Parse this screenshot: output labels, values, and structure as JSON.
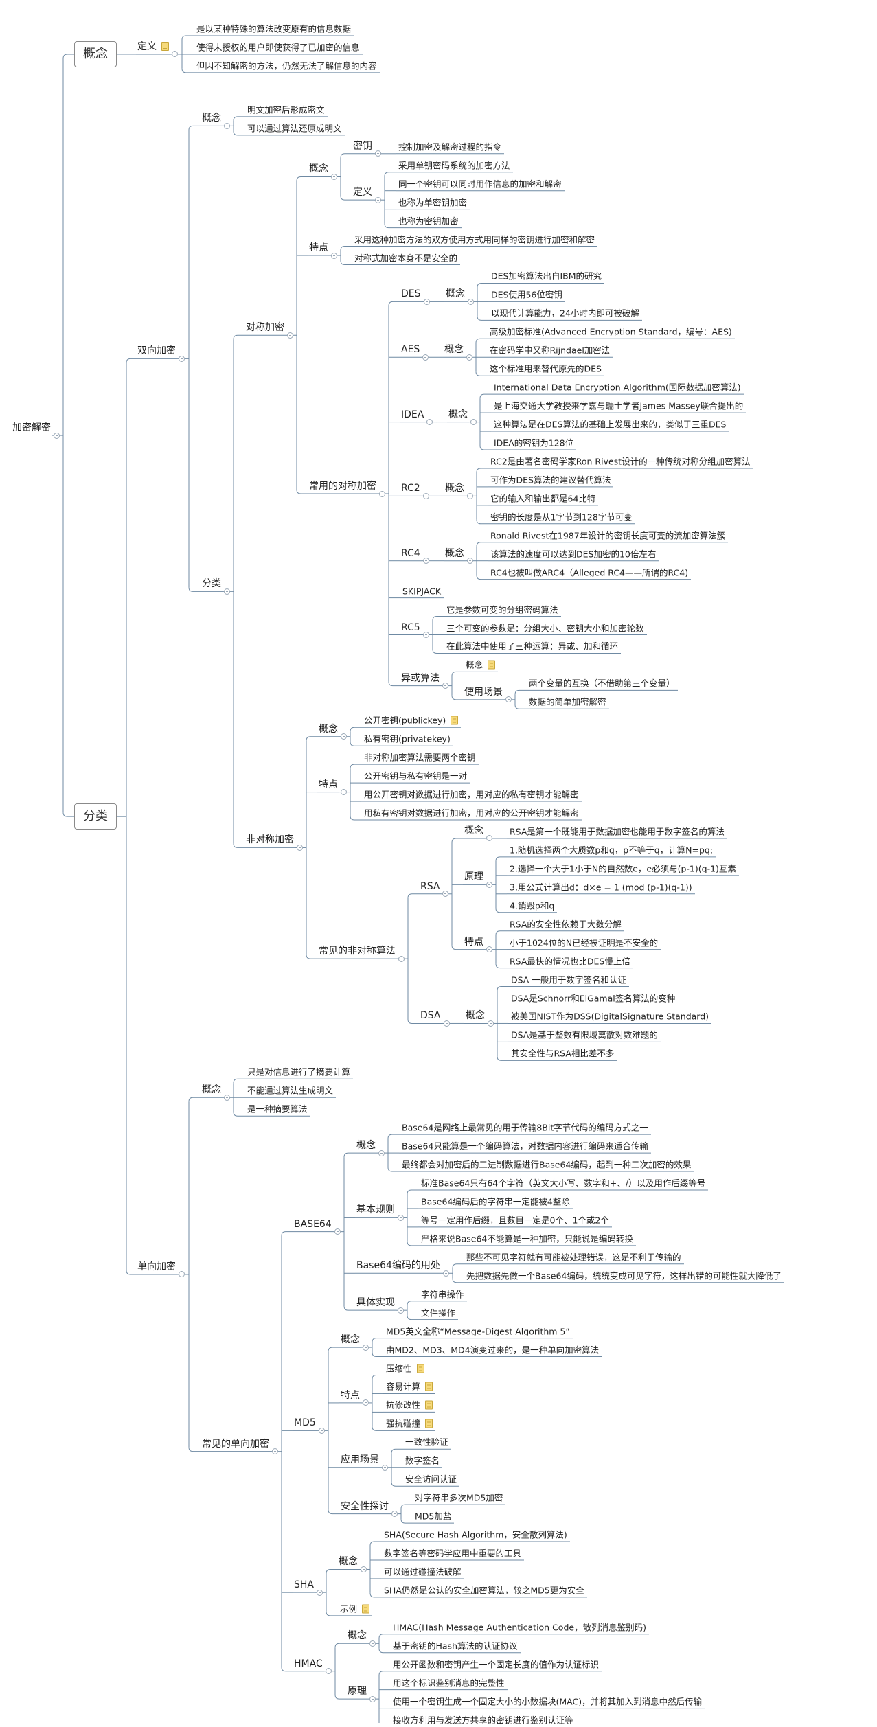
{
  "mindmap": {
    "t": "加密解密",
    "c": [
      {
        "t": "概念",
        "c": [
          {
            "t": "定义",
            "n": 1,
            "c": [
              {
                "t": "是以某种特殊的算法改变原有的信息数据"
              },
              {
                "t": "使得未授权的用户即使获得了已加密的信息"
              },
              {
                "t": "但因不知解密的方法，仍然无法了解信息的内容"
              }
            ]
          }
        ]
      },
      {
        "t": "分类",
        "c": [
          {
            "t": "双向加密",
            "c": [
              {
                "t": "概念",
                "c": [
                  {
                    "t": "明文加密后形成密文"
                  },
                  {
                    "t": "可以通过算法还原成明文"
                  }
                ]
              },
              {
                "t": "分类",
                "c": [
                  {
                    "t": "对称加密",
                    "c": [
                      {
                        "t": "概念",
                        "c": [
                          {
                            "t": "密钥",
                            "c": [
                              {
                                "t": "控制加密及解密过程的指令"
                              }
                            ]
                          },
                          {
                            "t": "定义",
                            "c": [
                              {
                                "t": "采用单钥密码系统的加密方法"
                              },
                              {
                                "t": "同一个密钥可以同时用作信息的加密和解密"
                              },
                              {
                                "t": "也称为单密钥加密"
                              },
                              {
                                "t": "也称为密钥加密"
                              }
                            ]
                          }
                        ]
                      },
                      {
                        "t": "特点",
                        "c": [
                          {
                            "t": "采用这种加密方法的双方使用方式用同样的密钥进行加密和解密"
                          },
                          {
                            "t": "对称式加密本身不是安全的"
                          }
                        ]
                      },
                      {
                        "t": "常用的对称加密",
                        "c": [
                          {
                            "t": "DES",
                            "c": [
                              {
                                "t": "概念",
                                "c": [
                                  {
                                    "t": "DES加密算法出自IBM的研究"
                                  },
                                  {
                                    "t": "DES使用56位密钥"
                                  },
                                  {
                                    "t": "以现代计算能力，24小时内即可被破解"
                                  }
                                ]
                              }
                            ]
                          },
                          {
                            "t": "AES",
                            "c": [
                              {
                                "t": "概念",
                                "c": [
                                  {
                                    "t": "高级加密标准(Advanced Encryption Standard，编号：AES)"
                                  },
                                  {
                                    "t": "在密码学中又称Rijndael加密法"
                                  },
                                  {
                                    "t": "这个标准用来替代原先的DES"
                                  }
                                ]
                              }
                            ]
                          },
                          {
                            "t": "IDEA",
                            "c": [
                              {
                                "t": "概念",
                                "c": [
                                  {
                                    "t": "International Data Encryption Algorithm(国际数据加密算法)"
                                  },
                                  {
                                    "t": "是上海交通大学教授来学嘉与瑞士学者James Massey联合提出的"
                                  },
                                  {
                                    "t": "这种算法是在DES算法的基础上发展出来的，类似于三重DES"
                                  },
                                  {
                                    "t": "IDEA的密钥为128位"
                                  }
                                ]
                              }
                            ]
                          },
                          {
                            "t": "RC2",
                            "c": [
                              {
                                "t": "概念",
                                "c": [
                                  {
                                    "t": "RC2是由著名密码学家Ron Rivest设计的一种传统对称分组加密算法"
                                  },
                                  {
                                    "t": "可作为DES算法的建议替代算法"
                                  },
                                  {
                                    "t": "它的输入和输出都是64比特"
                                  },
                                  {
                                    "t": "密钥的长度是从1字节到128字节可变"
                                  }
                                ]
                              }
                            ]
                          },
                          {
                            "t": "RC4",
                            "c": [
                              {
                                "t": "概念",
                                "c": [
                                  {
                                    "t": "Ronald Rivest在1987年设计的密钥长度可变的流加密算法簇"
                                  },
                                  {
                                    "t": "该算法的速度可以达到DES加密的10倍左右"
                                  },
                                  {
                                    "t": "RC4也被叫做ARC4（Alleged RC4——所谓的RC4)"
                                  }
                                ]
                              }
                            ]
                          },
                          {
                            "t": "SKIPJACK"
                          },
                          {
                            "t": "RC5",
                            "c": [
                              {
                                "t": "它是参数可变的分组密码算法"
                              },
                              {
                                "t": "三个可变的参数是：分组大小、密钥大小和加密轮数"
                              },
                              {
                                "t": "在此算法中使用了三种运算：异或、加和循环"
                              }
                            ]
                          },
                          {
                            "t": "异或算法",
                            "c": [
                              {
                                "t": "概念",
                                "n": 1
                              },
                              {
                                "t": "使用场景",
                                "c": [
                                  {
                                    "t": "两个变量的互换（不借助第三个变量）"
                                  },
                                  {
                                    "t": "数据的简单加密解密"
                                  }
                                ]
                              }
                            ]
                          }
                        ]
                      }
                    ]
                  },
                  {
                    "t": "非对称加密",
                    "c": [
                      {
                        "t": "概念",
                        "c": [
                          {
                            "t": "公开密钥(publickey)",
                            "n": 1
                          },
                          {
                            "t": "私有密钥(privatekey)"
                          }
                        ]
                      },
                      {
                        "t": "特点",
                        "c": [
                          {
                            "t": "非对称加密算法需要两个密钥"
                          },
                          {
                            "t": "公开密钥与私有密钥是一对"
                          },
                          {
                            "t": "用公开密钥对数据进行加密，用对应的私有密钥才能解密"
                          },
                          {
                            "t": "用私有密钥对数据进行加密，用对应的公开密钥才能解密"
                          }
                        ]
                      },
                      {
                        "t": "常见的非对称算法",
                        "c": [
                          {
                            "t": "RSA",
                            "c": [
                              {
                                "t": "概念",
                                "c": [
                                  {
                                    "t": "RSA是第一个既能用于数据加密也能用于数字签名的算法"
                                  }
                                ]
                              },
                              {
                                "t": "原理",
                                "c": [
                                  {
                                    "t": "1.随机选择两个大质数p和q，p不等于q，计算N=pq;"
                                  },
                                  {
                                    "t": "2.选择一个大于1小于N的自然数e，e必须与(p-1)(q-1)互素"
                                  },
                                  {
                                    "t": "3.用公式计算出d：d×e = 1 (mod (p-1)(q-1))"
                                  },
                                  {
                                    "t": "4.销毁p和q"
                                  }
                                ]
                              },
                              {
                                "t": "特点",
                                "c": [
                                  {
                                    "t": "RSA的安全性依赖于大数分解"
                                  },
                                  {
                                    "t": "小于1024位的N已经被证明是不安全的"
                                  },
                                  {
                                    "t": "RSA最快的情况也比DES慢上倍"
                                  }
                                ]
                              }
                            ]
                          },
                          {
                            "t": "DSA",
                            "c": [
                              {
                                "t": "概念",
                                "c": [
                                  {
                                    "t": "DSA 一般用于数字签名和认证"
                                  },
                                  {
                                    "t": "DSA是Schnorr和ElGamal签名算法的变种"
                                  },
                                  {
                                    "t": "被美国NIST作为DSS(DigitalSignature Standard)"
                                  },
                                  {
                                    "t": "DSA是基于整数有限域离散对数难题的"
                                  },
                                  {
                                    "t": "其安全性与RSA相比差不多"
                                  }
                                ]
                              }
                            ]
                          }
                        ]
                      }
                    ]
                  }
                ]
              }
            ]
          },
          {
            "t": "单向加密",
            "c": [
              {
                "t": "概念",
                "c": [
                  {
                    "t": "只是对信息进行了摘要计算"
                  },
                  {
                    "t": "不能通过算法生成明文"
                  },
                  {
                    "t": "是一种摘要算法"
                  }
                ]
              },
              {
                "t": "常见的单向加密",
                "c": [
                  {
                    "t": "BASE64",
                    "c": [
                      {
                        "t": "概念",
                        "c": [
                          {
                            "t": "Base64是网络上最常见的用于传输8Bit字节代码的编码方式之一"
                          },
                          {
                            "t": "Base64只能算是一个编码算法，对数据内容进行编码来适合传输"
                          },
                          {
                            "t": "最终都会对加密后的二进制数据进行Base64编码，起到一种二次加密的效果"
                          }
                        ]
                      },
                      {
                        "t": "基本规则",
                        "c": [
                          {
                            "t": "标准Base64只有64个字符（英文大小写、数字和+、/）以及用作后缀等号"
                          },
                          {
                            "t": "Base64编码后的字符串一定能被4整除"
                          },
                          {
                            "t": "等号一定用作后缀，且数目一定是0个、1个或2个"
                          },
                          {
                            "t": "严格来说Base64不能算是一种加密，只能说是编码转换"
                          }
                        ]
                      },
                      {
                        "t": "Base64编码的用处",
                        "c": [
                          {
                            "t": "那些不可见字符就有可能被处理错误，这是不利于传输的"
                          },
                          {
                            "t": "先把数据先做一个Base64编码，统统变成可见字符，这样出错的可能性就大降低了"
                          }
                        ]
                      },
                      {
                        "t": "具体实现",
                        "c": [
                          {
                            "t": "字符串操作"
                          },
                          {
                            "t": "文件操作"
                          }
                        ]
                      }
                    ]
                  },
                  {
                    "t": "MD5",
                    "c": [
                      {
                        "t": "概念",
                        "c": [
                          {
                            "t": "MD5英文全称“Message-Digest Algorithm 5”"
                          },
                          {
                            "t": "由MD2、MD3、MD4演变过来的，是一种单向加密算法"
                          }
                        ]
                      },
                      {
                        "t": "特点",
                        "c": [
                          {
                            "t": "压缩性",
                            "n": 1
                          },
                          {
                            "t": "容易计算",
                            "n": 1
                          },
                          {
                            "t": "抗修改性",
                            "n": 1
                          },
                          {
                            "t": "强抗碰撞",
                            "n": 1
                          }
                        ]
                      },
                      {
                        "t": "应用场景",
                        "c": [
                          {
                            "t": "一致性验证"
                          },
                          {
                            "t": "数字签名"
                          },
                          {
                            "t": "安全访问认证"
                          }
                        ]
                      },
                      {
                        "t": "安全性探讨",
                        "c": [
                          {
                            "t": "对字符串多次MD5加密"
                          },
                          {
                            "t": "MD5加盐"
                          }
                        ]
                      }
                    ]
                  },
                  {
                    "t": "SHA",
                    "c": [
                      {
                        "t": "概念",
                        "c": [
                          {
                            "t": "SHA(Secure Hash Algorithm，安全散列算法)"
                          },
                          {
                            "t": "数字签名等密码学应用中重要的工具"
                          },
                          {
                            "t": "可以通过碰撞法破解"
                          },
                          {
                            "t": "SHA仍然是公认的安全加密算法，较之MD5更为安全"
                          }
                        ]
                      },
                      {
                        "t": "示例",
                        "n": 1
                      }
                    ]
                  },
                  {
                    "t": "HMAC",
                    "c": [
                      {
                        "t": "概念",
                        "c": [
                          {
                            "t": "HMAC(Hash Message Authentication Code，散列消息鉴别码)"
                          },
                          {
                            "t": "基于密钥的Hash算法的认证协议"
                          }
                        ]
                      },
                      {
                        "t": "原理",
                        "c": [
                          {
                            "t": "用公开函数和密钥产生一个固定长度的值作为认证标识"
                          },
                          {
                            "t": "用这个标识鉴别消息的完整性"
                          },
                          {
                            "t": "使用一个密钥生成一个固定大小的小数据块(MAC)，并将其加入到消息中然后传输"
                          },
                          {
                            "t": "接收方利用与发送方共享的密钥进行鉴别认证等"
                          }
                        ]
                      }
                    ]
                  }
                ]
              }
            ]
          }
        ]
      }
    ]
  }
}
